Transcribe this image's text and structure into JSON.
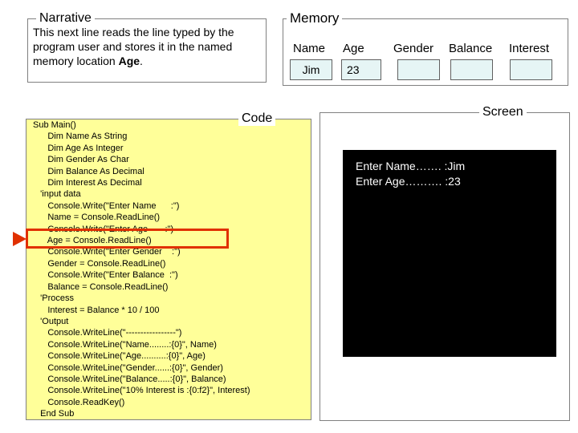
{
  "narrative": {
    "title": "Narrative",
    "text": "This next line reads the line typed by the program user and stores it in the named memory location ",
    "emphasis": "Age",
    "period": "."
  },
  "memory": {
    "title": "Memory",
    "headers": [
      "Name",
      "Age",
      "Gender",
      "Balance",
      "Interest"
    ],
    "values": [
      "Jim",
      "23",
      "",
      "",
      ""
    ]
  },
  "code": {
    "title": "Code",
    "lines": [
      "Sub Main()",
      "      Dim Name As String",
      "      Dim Age As Integer",
      "      Dim Gender As Char",
      "      Dim Balance As Decimal",
      "      Dim Interest As Decimal",
      "   'input data",
      "      Console.Write(\"Enter Name      :\")",
      "      Name = Console.ReadLine()",
      "      Console.Write(\"Enter Age       :\")",
      "      Age = Console.ReadLine()",
      "      Console.Write(\"Enter Gender    :\")",
      "      Gender = Console.ReadLine()",
      "      Console.Write(\"Enter Balance  :\")",
      "      Balance = Console.ReadLine()",
      "   'Process",
      "      Interest = Balance * 10 / 100",
      "   'Output",
      "      Console.WriteLine(\"-----------------\")",
      "      Console.WriteLine(\"Name........:{0}\", Name)",
      "      Console.WriteLine(\"Age..........:{0}\", Age)",
      "      Console.WriteLine(\"Gender......:{0}\", Gender)",
      "      Console.WriteLine(\"Balance.....:{0}\", Balance)",
      "      Console.WriteLine(\"10% Interest is :{0:f2}\", Interest)",
      "      Console.ReadKey()",
      "   End Sub"
    ],
    "highlighted_line": 10
  },
  "screen": {
    "title": "Screen",
    "lines": [
      "Enter Name……. :Jim",
      "Enter Age………. :23"
    ]
  },
  "colors": {
    "code_bg": "#ffff99",
    "highlight": "#e03000",
    "memory_box": "#e6f5f5",
    "console_bg": "#000000"
  }
}
